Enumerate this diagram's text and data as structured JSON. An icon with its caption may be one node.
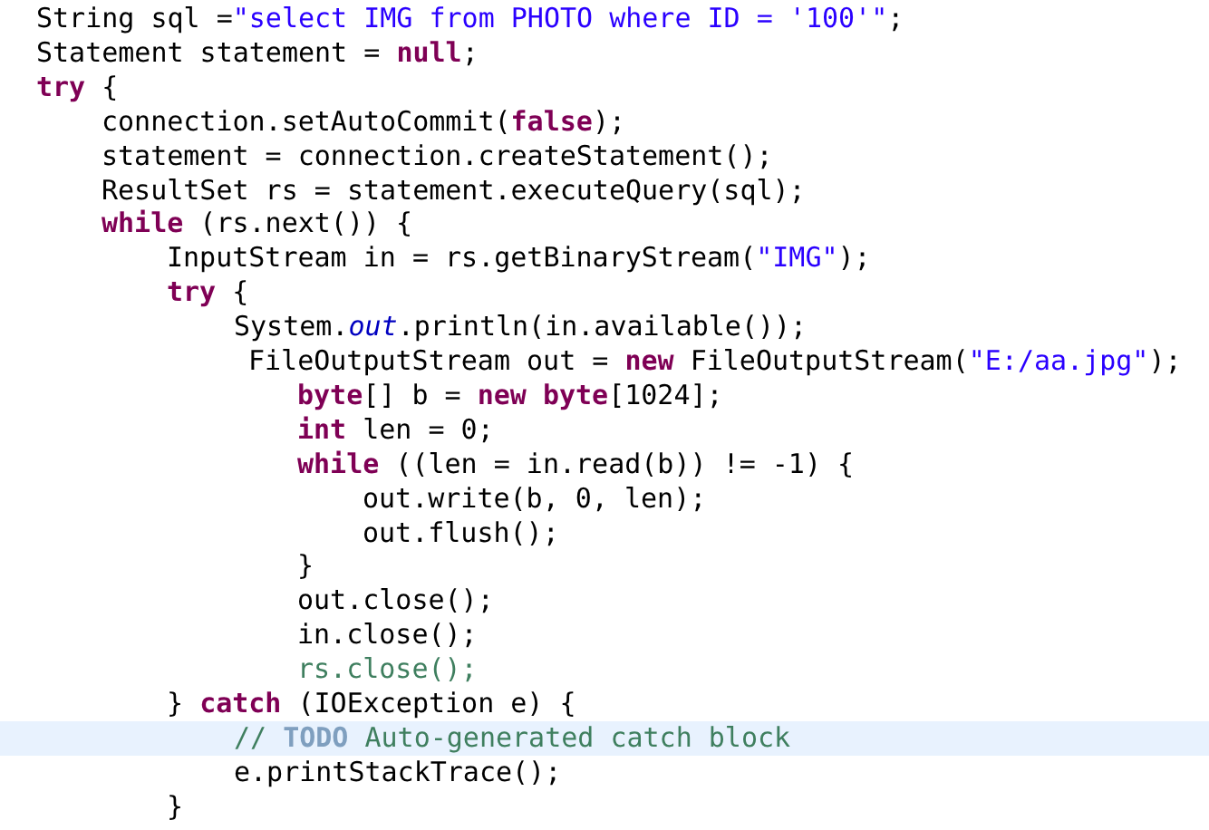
{
  "diagram": {
    "labels": [
      "String sql =\"select IMG from PHOTO where ID = '100'\";",
      "Statement statement = **null**;",
      "**try** {",
      "connection.setAutoCommit(**false**);",
      "statement = connection.createStatement();",
      "ResultSet rs = statement.executeQuery(sql);",
      "**while** (rs.next()) {",
      "InputStream in = rs.getBinaryStream(\"IMG\");",
      "**try** {",
      "System.*out*.println(in.available());",
      "FileOutputStream out = **new** FileOutputStream(\"E:/aa.jpg\");",
      "**byte**[] b = **new** **byte**[1024];",
      "**int** len = 0;",
      "**while** ((len = in.read(b)) != -1) {",
      "out.write(b, 0, len);",
      "out.flush();",
      "}",
      "out.close();",
      "in.close();",
      "rs.close();",
      "} **catch** (IOException e) {",
      "// **TODO** Auto-generated catch block",
      "e.printStackTrace();",
      "}"
    ]
  }
}
